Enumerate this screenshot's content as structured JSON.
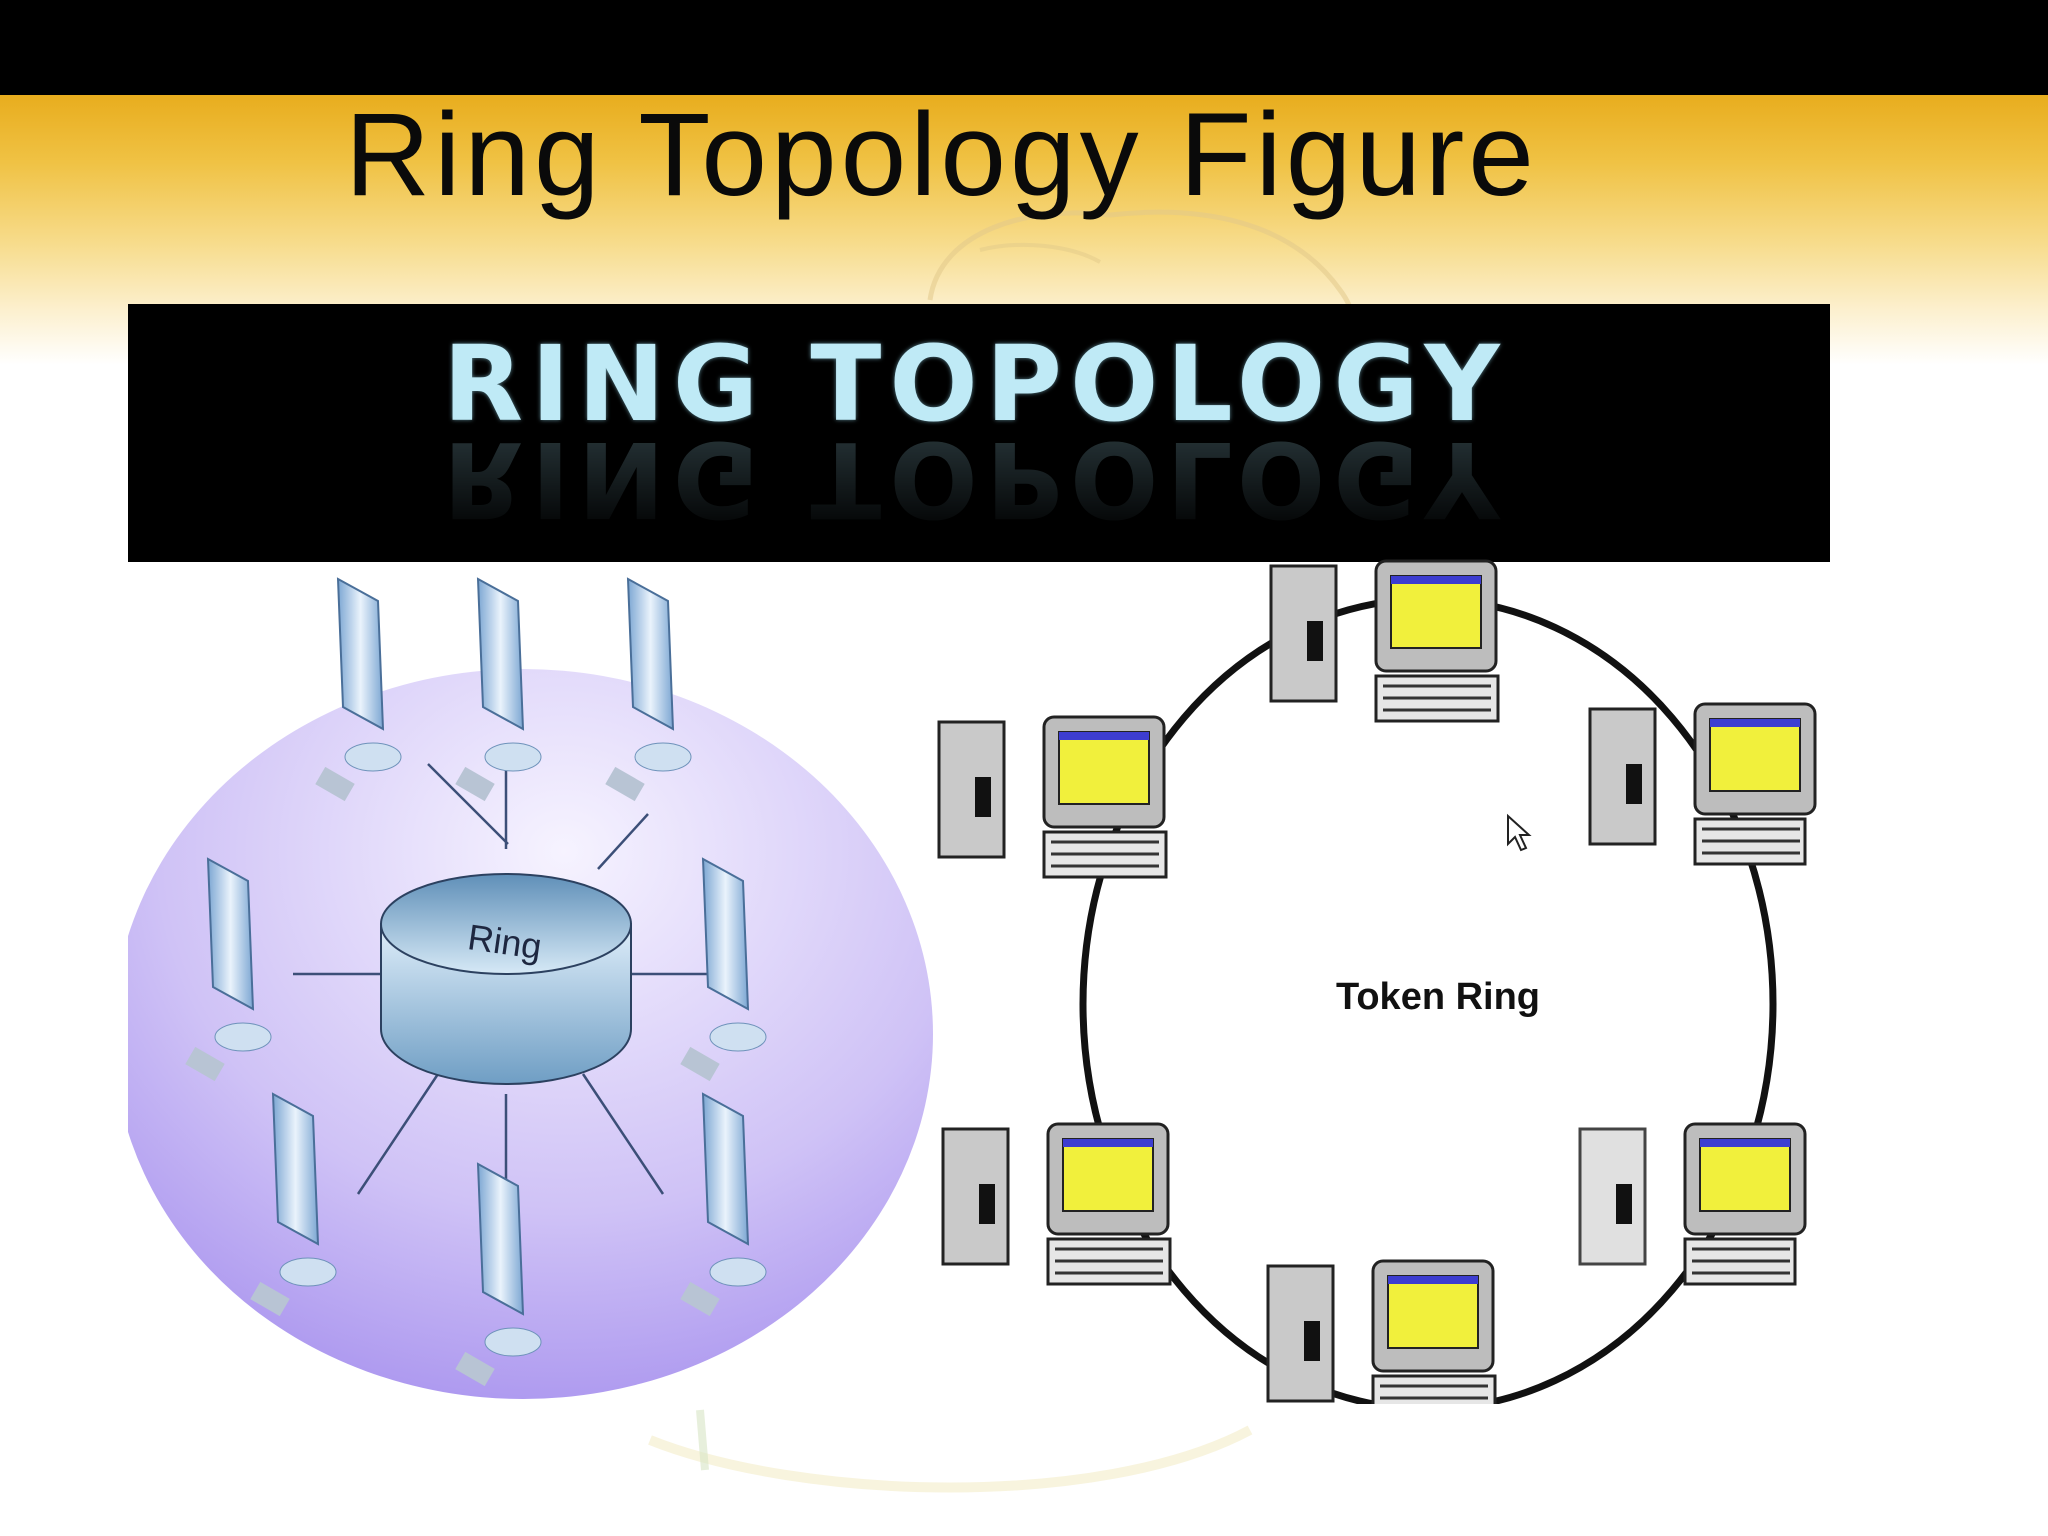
{
  "slide": {
    "title": "Ring Topology Figure"
  },
  "figure": {
    "heading": "RING TOPOLOGY",
    "left_diagram": {
      "hub_label": "Ring",
      "node_count": 8,
      "colors": {
        "disc_light": "#e8e2fa",
        "disc_dark": "#a48ef0",
        "hub": "#c7dff0"
      }
    },
    "right_diagram": {
      "center_label": "Token Ring",
      "node_count": 6,
      "colors": {
        "screen": "#f1f03c",
        "case": "#c9c9c9"
      }
    }
  }
}
